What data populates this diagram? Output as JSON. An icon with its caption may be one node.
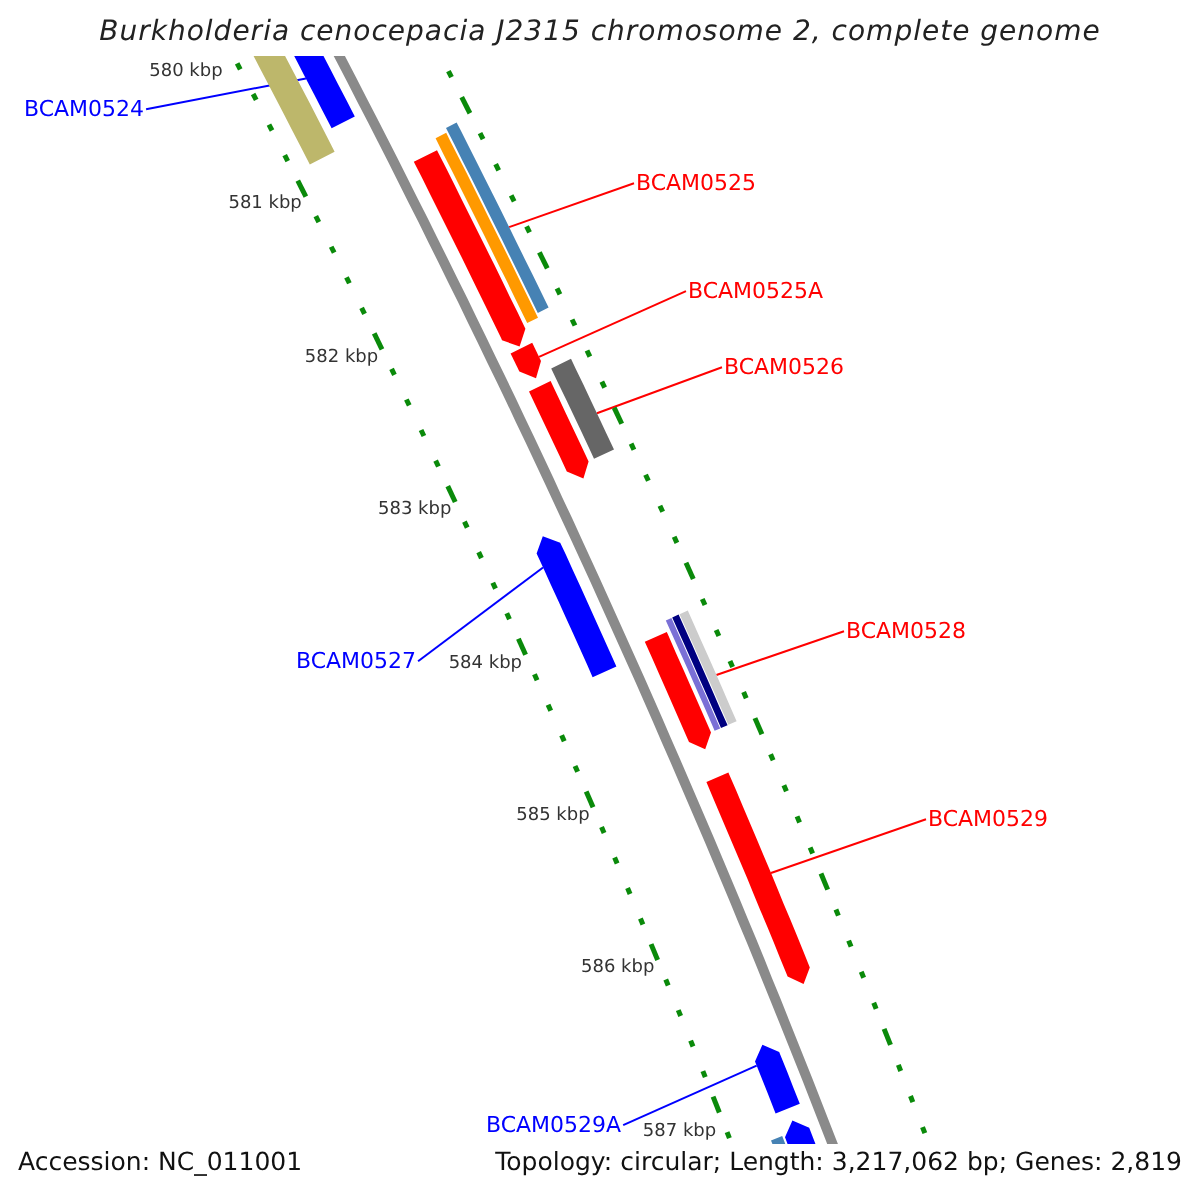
{
  "diagram": {
    "title": "Burkholderia cenocepacia J2315 chromosome 2, complete genome",
    "nodes": [
      {
        "text": [
          "BCAM0524"
        ]
      },
      {
        "text": [
          "BCAM0525"
        ]
      },
      {
        "text": [
          "BCAM0525A"
        ]
      },
      {
        "text": [
          "BCAM0526"
        ]
      },
      {
        "text": [
          "BCAM0527"
        ]
      },
      {
        "text": [
          "BCAM0528"
        ]
      },
      {
        "text": [
          "BCAM0529"
        ]
      },
      {
        "text": [
          "BCAM0529A"
        ]
      },
      {
        "text": [],
        "shape": "arrow"
      },
      {
        "text": [],
        "shape": "arrow"
      },
      {
        "text": [],
        "shape": "arrow"
      },
      {
        "text": [],
        "shape": "arrow"
      },
      {
        "text": [],
        "shape": "arrow"
      },
      {
        "text": [],
        "shape": "arrow"
      },
      {
        "text": [],
        "shape": "arrow"
      },
      {
        "text": [],
        "shape": "arrow"
      }
    ],
    "edges": [
      {
        "from": 0,
        "to": 8,
        "arrow": "none",
        "color": "#0000ff"
      },
      {
        "from": 1,
        "to": 9,
        "arrow": "none"
      },
      {
        "from": 2,
        "to": 10,
        "arrow": "none"
      },
      {
        "from": 3,
        "to": 11,
        "arrow": "none"
      },
      {
        "from": 4,
        "to": 12,
        "arrow": "none",
        "color": "#0000ff"
      },
      {
        "from": 5,
        "to": 13,
        "arrow": "none"
      },
      {
        "from": 6,
        "to": 14,
        "arrow": "none"
      },
      {
        "from": 7,
        "to": 15,
        "arrow": "none",
        "color": "#0000ff"
      }
    ],
    "labels": [
      "580 kbp",
      "581 kbp",
      "582 kbp",
      "583 kbp",
      "584 kbp",
      "585 kbp",
      "586 kbp",
      "587 kbp",
      "Accession: NC_011001",
      "Topology: circular; Length: 3,217,062 bp; Genes: 2,819"
    ]
  }
}
